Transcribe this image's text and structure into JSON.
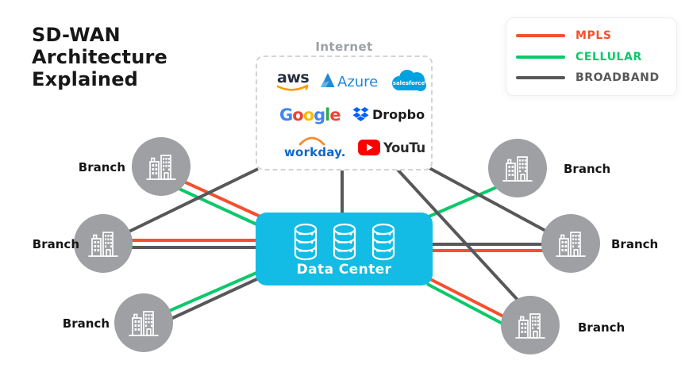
{
  "title": {
    "lines": [
      "SD-WAN",
      "Architecture",
      "Explained"
    ]
  },
  "legend": {
    "items": [
      {
        "label": "MPLS",
        "color": "#F4502E"
      },
      {
        "label": "CELLULAR",
        "color": "#0BC96A"
      },
      {
        "label": "BROADBAND",
        "color": "#58585A"
      }
    ]
  },
  "colors": {
    "mpls": "#F4502E",
    "cellular": "#0BC96A",
    "broadband": "#58585A",
    "data_center": "#12BCE4",
    "branch_circle": "#9EA0A3",
    "internet_label": "#9BA0A5"
  },
  "internet": {
    "label": "Internet",
    "services": [
      "aws",
      "Azure",
      "salesforce",
      "Google",
      "Dropbox",
      "workday.",
      "YouTube"
    ]
  },
  "logos": {
    "aws": {
      "text": "aws",
      "text_color": "#252F3E",
      "swoosh_color": "#FF9900"
    },
    "azure": {
      "text": "Azure",
      "color": "#2088D6"
    },
    "salesforce": {
      "text": "salesforce",
      "cloud_color": "#00A1E0",
      "text_color": "#ffffff"
    },
    "google": {
      "letters": [
        {
          "ch": "G",
          "color": "#4285F4"
        },
        {
          "ch": "o",
          "color": "#EA4335"
        },
        {
          "ch": "o",
          "color": "#FBBC05"
        },
        {
          "ch": "g",
          "color": "#4285F4"
        },
        {
          "ch": "l",
          "color": "#34A853"
        },
        {
          "ch": "e",
          "color": "#EA4335"
        }
      ]
    },
    "dropbox": {
      "text": "Dropbox",
      "glyph_color": "#0061FF",
      "text_color": "#1a1a1a"
    },
    "workday": {
      "text": "workday.",
      "text_color": "#1068C8",
      "arc_color": "#F68D2E"
    },
    "youtube": {
      "text": "YouTube",
      "play_color": "#FF0000",
      "text_color": "#282828"
    }
  },
  "data_center": {
    "label": "Data Center"
  },
  "branches": [
    {
      "label": "Branch",
      "position": "top-left"
    },
    {
      "label": "Branch",
      "position": "middle-left"
    },
    {
      "label": "Branch",
      "position": "bottom-left"
    },
    {
      "label": "Branch",
      "position": "top-right"
    },
    {
      "label": "Branch",
      "position": "middle-right"
    },
    {
      "label": "Branch",
      "position": "bottom-right"
    }
  ],
  "links": [
    {
      "from": "branch-top-left",
      "to": "data-center",
      "type": "MPLS"
    },
    {
      "from": "branch-top-left",
      "to": "data-center",
      "type": "CELLULAR"
    },
    {
      "from": "branch-middle-left",
      "to": "data-center",
      "type": "MPLS"
    },
    {
      "from": "branch-middle-left",
      "to": "data-center",
      "type": "BROADBAND"
    },
    {
      "from": "branch-middle-left",
      "to": "internet",
      "type": "BROADBAND"
    },
    {
      "from": "branch-bottom-left",
      "to": "data-center",
      "type": "CELLULAR"
    },
    {
      "from": "branch-bottom-left",
      "to": "data-center",
      "type": "BROADBAND"
    },
    {
      "from": "branch-top-right",
      "to": "data-center",
      "type": "CELLULAR"
    },
    {
      "from": "branch-middle-right",
      "to": "data-center",
      "type": "MPLS"
    },
    {
      "from": "branch-middle-right",
      "to": "data-center",
      "type": "BROADBAND"
    },
    {
      "from": "branch-middle-right",
      "to": "internet",
      "type": "BROADBAND"
    },
    {
      "from": "branch-bottom-right",
      "to": "data-center",
      "type": "MPLS"
    },
    {
      "from": "branch-bottom-right",
      "to": "data-center",
      "type": "CELLULAR"
    },
    {
      "from": "branch-bottom-right",
      "to": "internet",
      "type": "BROADBAND"
    },
    {
      "from": "data-center",
      "to": "internet",
      "type": "BROADBAND"
    }
  ]
}
